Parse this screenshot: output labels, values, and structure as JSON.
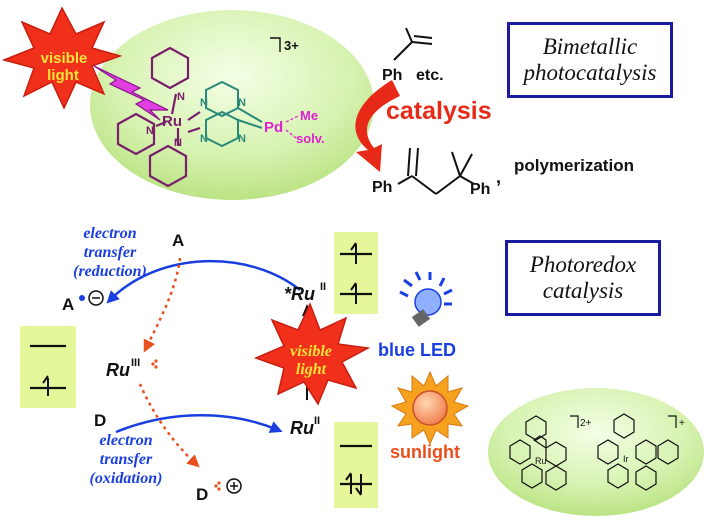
{
  "top": {
    "badge_line1": "visible",
    "badge_line2": "light",
    "complex": {
      "metal_ru": "Ru",
      "metal_pd": "Pd",
      "n_label": "N",
      "ligand_me": "Me",
      "ligand_solv": "solv.",
      "charge": "3+"
    },
    "reactant_ph": "Ph",
    "reactant_etc": "etc.",
    "catalysis_label": "catalysis",
    "product_ph_left": "Ph",
    "product_ph_right": "Ph",
    "product_comma": ",",
    "polymerization_label": "polymerization",
    "section_title_line1": "Bimetallic",
    "section_title_line2": "photocatalysis"
  },
  "bottom": {
    "section_title_line1": "Photoredox",
    "section_title_line2": "catalysis",
    "acceptor": "A",
    "acceptor_reduced": "A",
    "donor": "D",
    "donor_oxidized": "D",
    "et_reduction": [
      "electron",
      "transfer",
      "(reduction)"
    ],
    "et_oxidation": [
      "electron",
      "transfer",
      "(oxidation)"
    ],
    "ru_excited_prefix": "*Ru",
    "ru_excited_ox": "II",
    "ru_iii": "Ru",
    "ru_iii_ox": "III",
    "ru_ii": "Ru",
    "ru_ii_ox": "II",
    "burst_line1": "visible",
    "burst_line2": "light",
    "blue_led_label": "blue LED",
    "sunlight_label": "sunlight",
    "ru_complex_charge": "2+",
    "ir_complex_charge": "+",
    "ru_complex_metal": "Ru",
    "ir_complex_metal": "Ir",
    "n_label": "N"
  },
  "colors": {
    "blue_arrow": "#1a3fe0",
    "red_dotted": "#e8501e",
    "catalysis_red": "#e62a17",
    "title_box_border": "#1a1aa0",
    "green_oval": "#c8ec9a",
    "level_box": "#e4f79a",
    "burst_fill": "#f0301a",
    "burst_text": "#ffe23a",
    "ru_purple": "#7a1e6c",
    "pd_magenta": "#e020d0",
    "teal_ligand": "#2a8a7a",
    "sun_orange": "#f7a21f"
  }
}
